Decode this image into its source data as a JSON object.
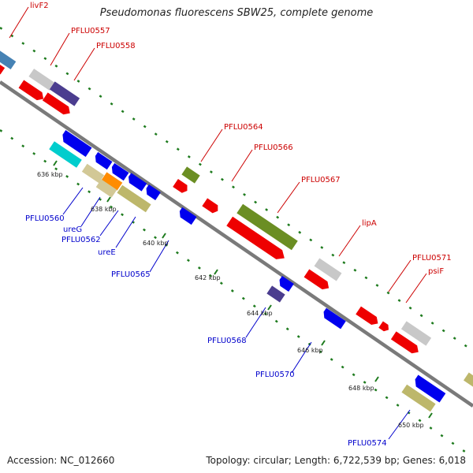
{
  "title": "Pseudomonas fluorescens SBW25, complete genome",
  "accession": "Accession: NC_012660",
  "summary": "Topology: circular; Length: 6,722,539 bp; Genes: 6,018",
  "colors": {
    "backbone": "#808080",
    "tick": "#1e7b1e",
    "label_red": "#cc0000",
    "label_blue": "#0000cc"
  },
  "top_labels": [
    "livF2",
    "PFLU0557",
    "PFLU0558",
    "PFLU0564",
    "PFLU0566",
    "PFLU0567",
    "lipA",
    "PFLU0571",
    "psiF"
  ],
  "bottom_labels": [
    "PFLU0560",
    "ureG",
    "PFLU0562",
    "ureE",
    "PFLU0565",
    "PFLU0568",
    "PFLU0570",
    "PFLU0574"
  ],
  "kbp_labels": [
    "636 kbp",
    "638 kbp",
    "640 kbp",
    "642 kbp",
    "644 kbp",
    "646 kbp",
    "648 kbp",
    "650 kbp"
  ]
}
